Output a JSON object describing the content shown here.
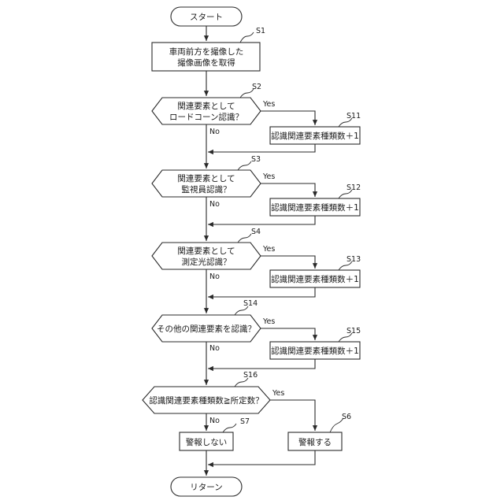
{
  "flowchart": {
    "start": "スタート",
    "end": "リターン",
    "s1": {
      "step": "S1",
      "lines": [
        "車両前方を撮像した",
        "撮像画像を取得"
      ]
    },
    "s2": {
      "step": "S2",
      "lines": [
        "関連要素として",
        "ロードコーン認識？"
      ]
    },
    "s3": {
      "step": "S3",
      "lines": [
        "関連要素として",
        "監視員認識？"
      ]
    },
    "s4": {
      "step": "S4",
      "lines": [
        "関連要素として",
        "測定光認識？"
      ]
    },
    "s14": {
      "step": "S14",
      "lines": [
        "その他の関連要素を認識？"
      ]
    },
    "s16": {
      "step": "S16",
      "lines": [
        "認識関連要素種類数≧所定数？"
      ]
    },
    "s11": {
      "step": "S11",
      "text": "認識関連要素種類数＋1"
    },
    "s12": {
      "step": "S12",
      "text": "認識関連要素種類数＋1"
    },
    "s13": {
      "step": "S13",
      "text": "認識関連要素種類数＋1"
    },
    "s15": {
      "step": "S15",
      "text": "認識関連要素種類数＋1"
    },
    "s7": {
      "step": "S7",
      "text": "警報しない"
    },
    "s6": {
      "step": "S6",
      "text": "警報する"
    },
    "yes": "Yes",
    "no": "No"
  }
}
